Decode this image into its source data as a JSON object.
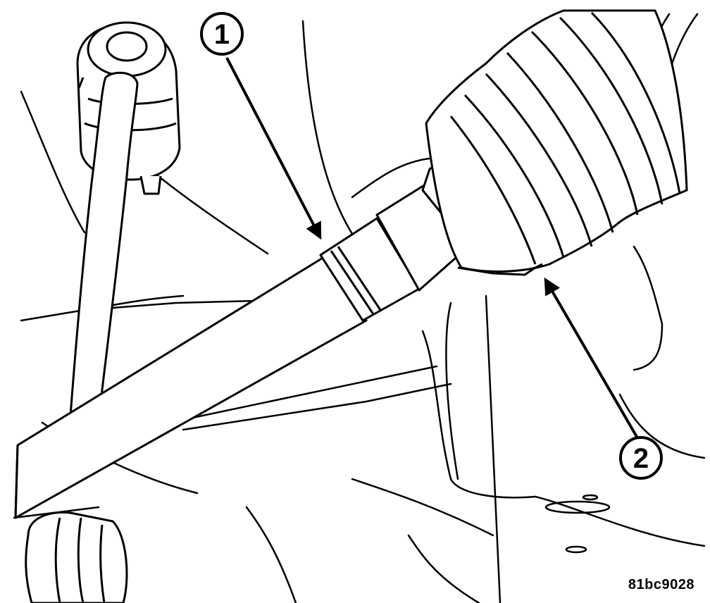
{
  "callouts": [
    {
      "label": "1"
    },
    {
      "label": "2"
    }
  ],
  "figure_code": "81bc9028",
  "colors": {
    "ink": "#000000",
    "paper": "#ffffff"
  }
}
